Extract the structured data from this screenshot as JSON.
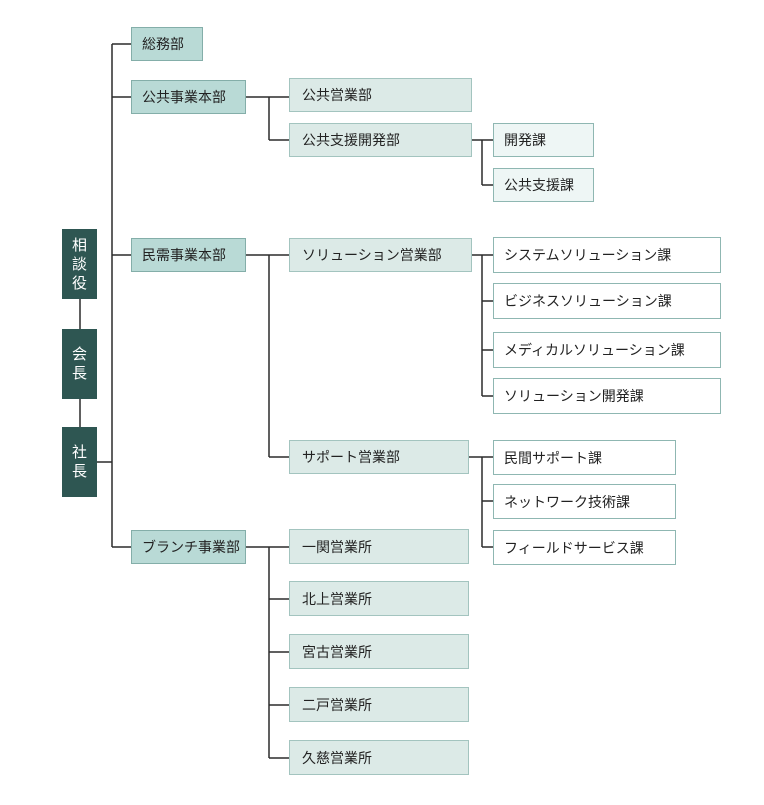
{
  "executives": {
    "advisor": [
      "相",
      "談",
      "役"
    ],
    "chairman": [
      "会",
      "長"
    ],
    "president": [
      "社",
      "長"
    ]
  },
  "departments": {
    "general_affairs": "総務部",
    "public_hq": "公共事業本部",
    "private_hq": "民需事業本部",
    "branch_hq": "ブランチ事業部"
  },
  "public": {
    "sales": "公共営業部",
    "support_dev": "公共支援開発部",
    "dev_section": "開発課",
    "support_section": "公共支援課"
  },
  "private": {
    "solution_sales": "ソリューション営業部",
    "support_sales": "サポート営業部",
    "solution_sections": [
      "システムソリューション課",
      "ビジネスソリューション課",
      "メディカルソリューション課",
      "ソリューション開発課"
    ],
    "support_sections": [
      "民間サポート課",
      "ネットワーク技術課",
      "フィールドサービス課"
    ]
  },
  "branch": {
    "offices": [
      "一関営業所",
      "北上営業所",
      "宮古営業所",
      "二戸営業所",
      "久慈営業所"
    ]
  },
  "colors": {
    "executive": "#2e5652",
    "level1": "#b9dad6",
    "level2": "#dceae7",
    "line": "#2b2b2b"
  }
}
